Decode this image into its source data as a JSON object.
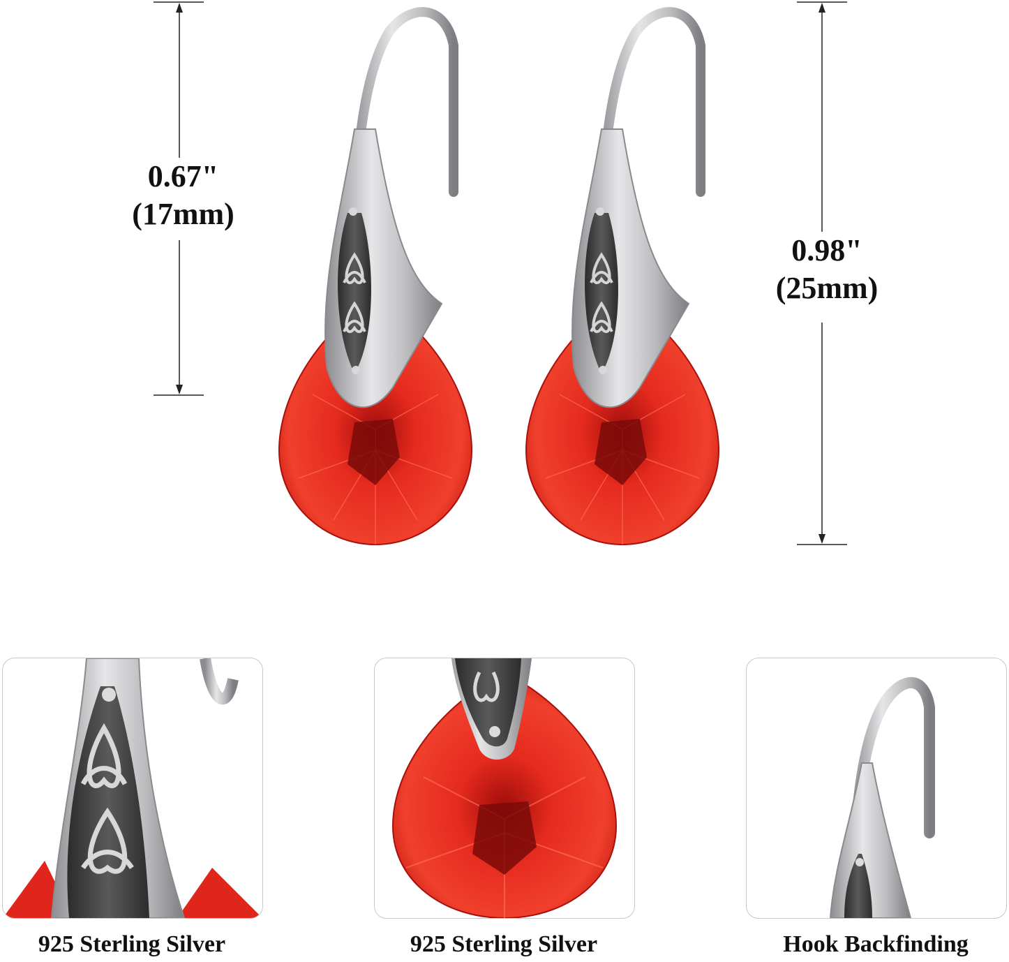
{
  "dimensions": {
    "left": {
      "inches": "0.67\"",
      "mm": "(17mm)"
    },
    "right": {
      "inches": "0.98\"",
      "mm": "(25mm)"
    }
  },
  "panels": [
    {
      "caption": "925 Sterling Silver"
    },
    {
      "caption": "925 Sterling Silver"
    },
    {
      "caption": "Hook Backfinding"
    }
  ],
  "colors": {
    "gem_red": "#e0201a",
    "gem_dark": "#8c0c0a",
    "silver": "#b9b9bc",
    "oxidized": "#3a3a3a"
  }
}
